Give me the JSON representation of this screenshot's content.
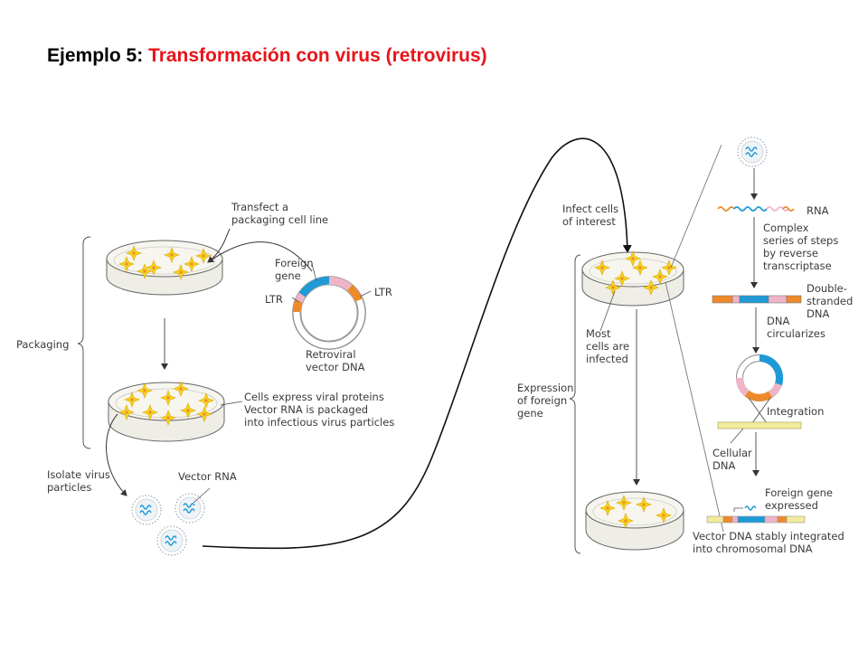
{
  "title": {
    "prefix": "Ejemplo 5: ",
    "highlight": "Transformación con virus (retrovirus)"
  },
  "colors": {
    "title_accent": "#e8141a",
    "cell_fill": "#f5d31f",
    "dish_fill": "#f4f3ea",
    "segment_blue": "#1f9ad6",
    "segment_orange": "#ee8a2a",
    "segment_pink": "#f0b4c8",
    "cellular_dna": "#f1ec9a"
  },
  "labels": {
    "transfect": "Transfect a\npackaging cell line",
    "foreign_gene": "Foreign\ngene",
    "ltr_left": "LTR",
    "ltr_right": "LTR",
    "retroviral_vector": "Retroviral\nvector DNA",
    "packaging": "Packaging",
    "cells_express": "Cells express viral proteins\nVector RNA is packaged\ninto infectious virus particles",
    "isolate": "Isolate virus\nparticles",
    "vector_rna": "Vector RNA",
    "infect_cells": "Infect cells\nof interest",
    "most_cells": "Most\ncells are\ninfected",
    "expression": "Expression\nof foreign\ngene",
    "rna": "RNA",
    "complex_steps": "Complex\nseries of steps\nby reverse\ntranscriptase",
    "double_stranded": "Double-\nstranded\nDNA",
    "dna_circularizes": "DNA\ncircularizes",
    "integration": "Integration",
    "cellular_dna": "Cellular\nDNA",
    "foreign_gene_expressed": "Foreign gene\nexpressed",
    "vector_dna_integrated": "Vector DNA stably integrated\ninto chromosomal DNA"
  }
}
